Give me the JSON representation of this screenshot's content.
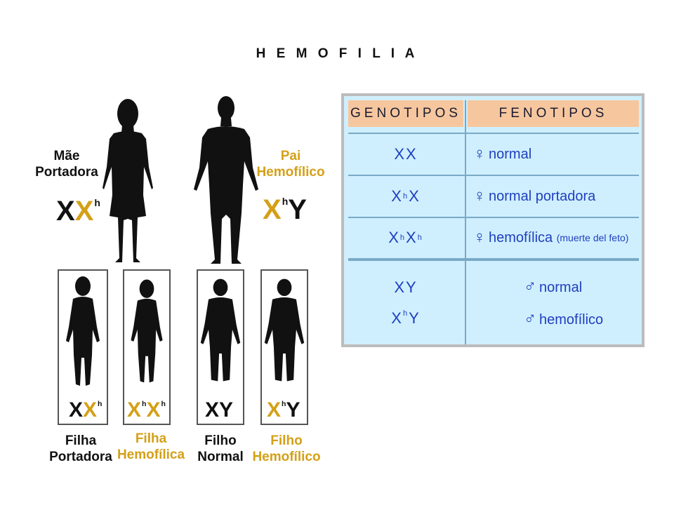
{
  "title": "H E M O F I L I A",
  "parents": {
    "mother": {
      "label_line1": "Mãe",
      "label_line2": "Portadora",
      "geno_a": "X",
      "geno_b": "X",
      "geno_b_sup": "h"
    },
    "father": {
      "label_line1": "Pai",
      "label_line2": "Hemofílico",
      "geno_a": "X",
      "geno_a_sup": "h",
      "geno_b": "Y"
    }
  },
  "children": [
    {
      "label_line1": "Filha",
      "label_line2": "Portadora",
      "geno": [
        "X",
        "X"
      ],
      "sup": [
        "",
        "h"
      ]
    },
    {
      "label_line1": "Filha",
      "label_line2": "Hemofílica",
      "geno": [
        "X",
        "X"
      ],
      "sup": [
        "h",
        "h"
      ]
    },
    {
      "label_line1": "Filho",
      "label_line2": "Normal",
      "geno": [
        "X",
        "Y"
      ],
      "sup": [
        "",
        ""
      ]
    },
    {
      "label_line1": "Filho",
      "label_line2": "Hemofílico",
      "geno": [
        "X",
        "Y"
      ],
      "sup": [
        "h",
        ""
      ]
    }
  ],
  "table": {
    "header_genotipos": "GENOTIPOS",
    "header_fenotipos": "FENOTIPOS",
    "rows": [
      {
        "g1": "X",
        "s1": "",
        "g2": "X",
        "s2": "",
        "symbol": "♀",
        "text": "normal",
        "note": ""
      },
      {
        "g1": "X",
        "s1": "h",
        "g2": "X",
        "s2": "",
        "symbol": "♀",
        "text": "normal portadora",
        "note": ""
      },
      {
        "g1": "X",
        "s1": "h",
        "g2": "X",
        "s2": "h",
        "symbol": "♀",
        "text": "hemofílica",
        "note": "(muerte del feto)"
      },
      {
        "g1": "X",
        "s1": "",
        "g2": "Y",
        "s2": "",
        "symbol": "♂",
        "text": "normal",
        "note": ""
      },
      {
        "g1": "X",
        "s1": "h",
        "g2": "Y",
        "s2": "",
        "symbol": "♂",
        "text": "hemofílico",
        "note": ""
      }
    ]
  },
  "colors": {
    "carrier_gold": "#d4a017",
    "table_header": "#f6c79f",
    "table_body": "#cfefff",
    "table_text": "#1f3fbf"
  }
}
